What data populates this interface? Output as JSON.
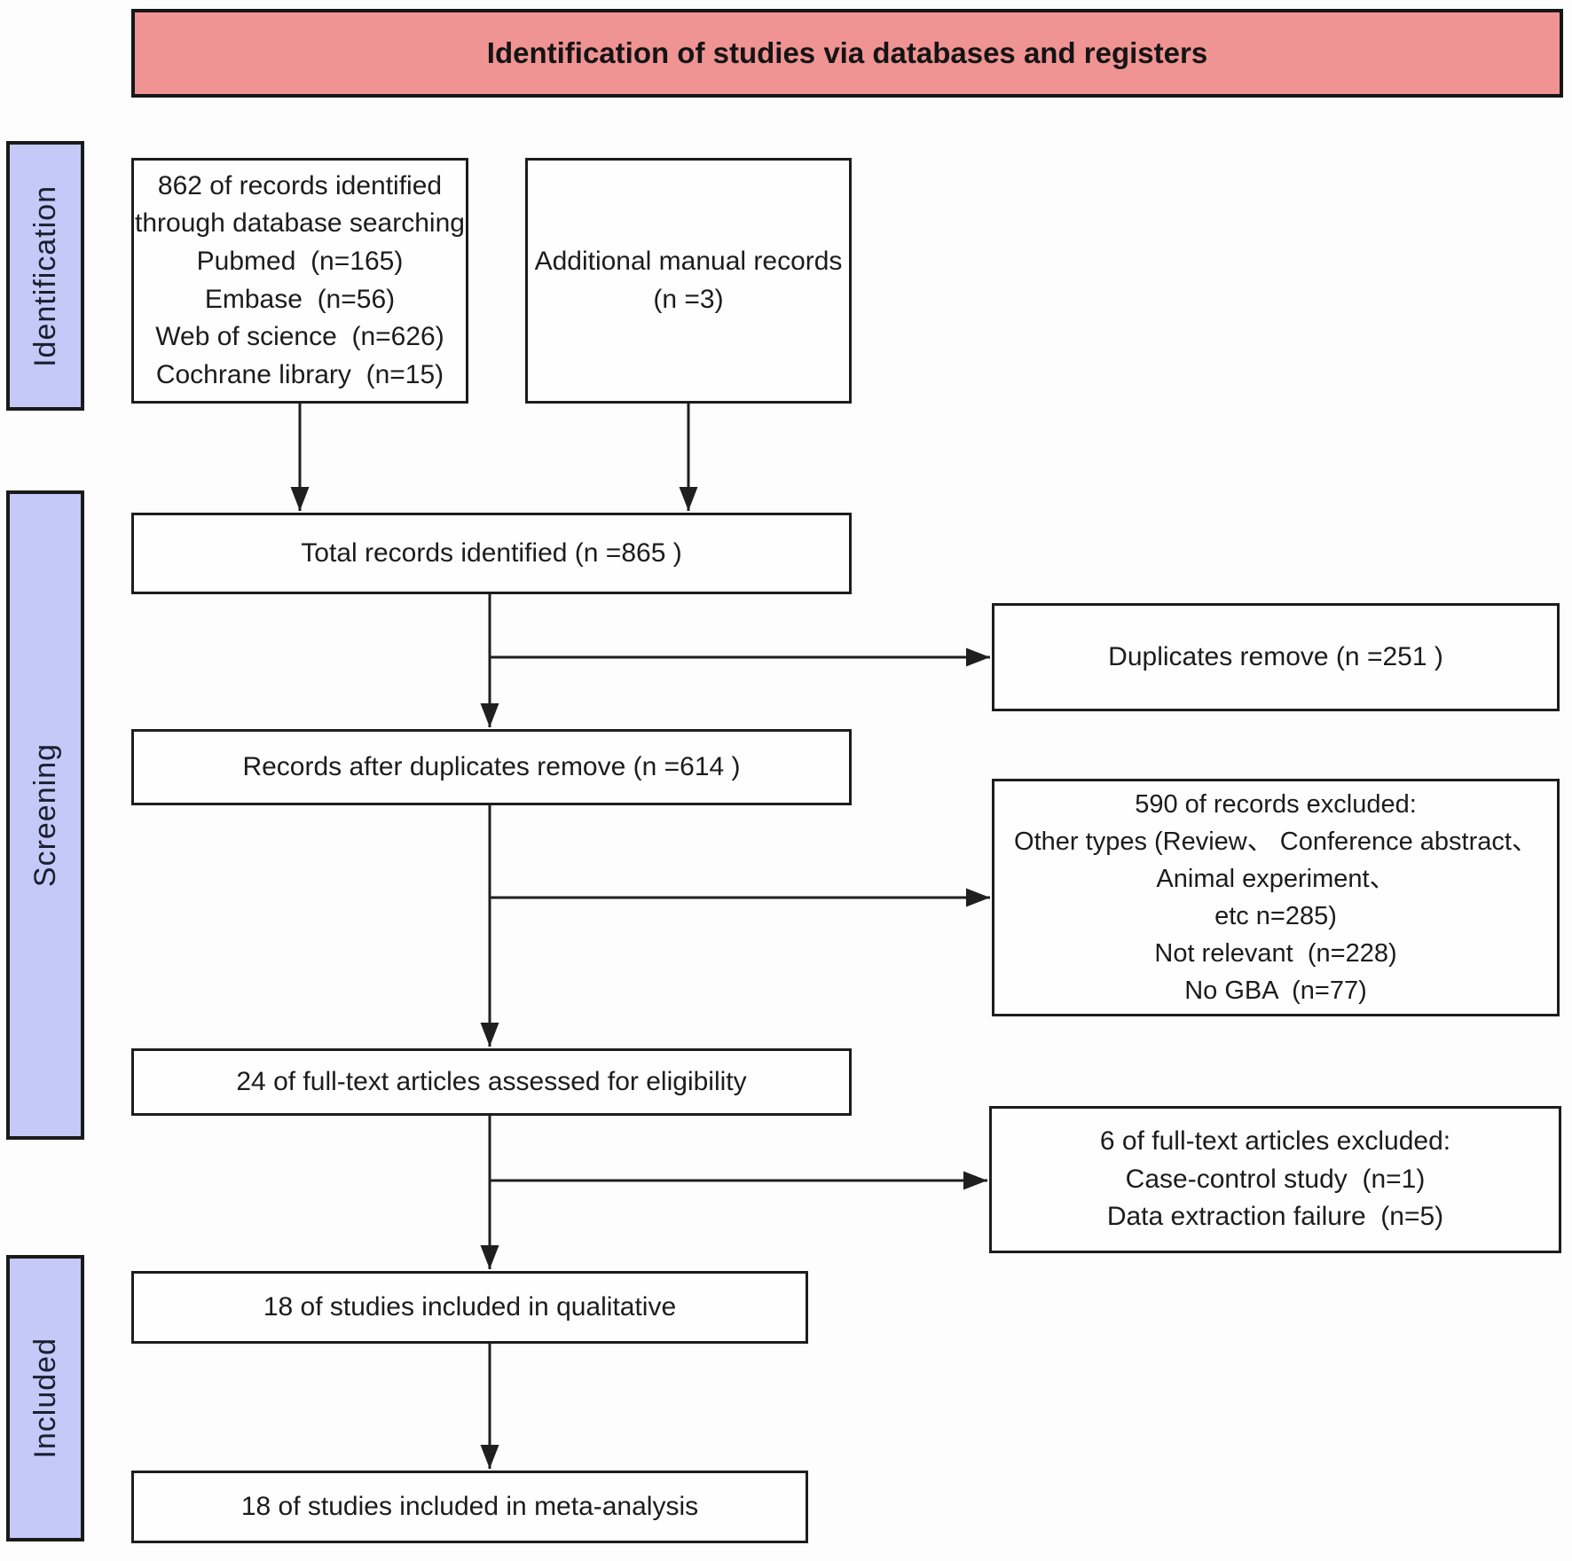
{
  "header": {
    "title": "Identification of studies via databases and registers"
  },
  "stages": [
    {
      "label": "Identification"
    },
    {
      "label": "Screening"
    },
    {
      "label": "Included"
    }
  ],
  "boxes": {
    "database_records": "862 of records identified\nthrough database searching\nPubmed  (n=165)\nEmbase  (n=56)\nWeb of science  (n=626)\nCochrane library  (n=15)",
    "manual_records": "Additional manual records\n(n =3)",
    "total_records": "Total records identified (n =865 )",
    "duplicates_removed": "Duplicates remove (n =251 )",
    "after_duplicates": "Records after duplicates remove (n =614 )",
    "records_excluded": "590 of records excluded:\nOther types (Review、 Conference abstract、\nAnimal experiment、\netc n=285)\nNot relevant  (n=228)\nNo GBA  (n=77)",
    "fulltext_assessed": "24 of full-text articles assessed for eligibility",
    "fulltext_excluded": "6 of full-text articles excluded:\nCase-control study  (n=1)\nData extraction failure  (n=5)",
    "qualitative_included": "18 of studies included in qualitative",
    "meta_analysis_included": "18 of studies included in meta-analysis"
  },
  "colors": {
    "header_bg": "#F09393",
    "stage_bg": "#C4C9F8",
    "line": "#1F1F1F"
  }
}
